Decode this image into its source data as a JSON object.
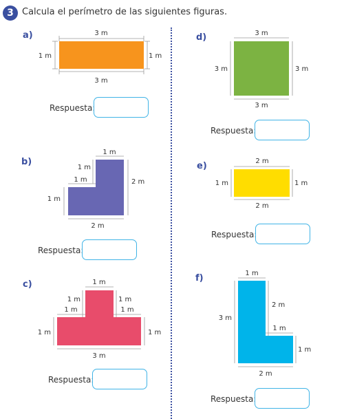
{
  "exercise": {
    "number": "3",
    "instruction": "Calcula el perímetro de las siguientes figuras."
  },
  "answer_label": "Respuesta:",
  "colors": {
    "accent": "#3a4fa0",
    "answer_border": "#3fb3e6",
    "orange": "#f7941d",
    "purple": "#6867b3",
    "pink": "#e84c6b",
    "green": "#7cb342",
    "yellow": "#ffdd00",
    "cyan": "#00b4ea",
    "dim_line": "#9a9a9a"
  },
  "problems": [
    {
      "label": "a)",
      "shape": "rectangle",
      "color_name": "orange",
      "measures": {
        "top": "3 m",
        "left": "1 m",
        "right": "1 m",
        "bottom": "3 m"
      }
    },
    {
      "label": "b)",
      "shape": "L-step",
      "color_name": "purple",
      "measures": {
        "top": "1 m",
        "inner_vertical": "1 m",
        "inner_horizontal": "1 m",
        "left": "1 m",
        "right": "2 m",
        "bottom": "2 m"
      }
    },
    {
      "label": "c)",
      "shape": "T",
      "color_name": "pink",
      "measures": {
        "top": "1 m",
        "left_upper_vertical": "1 m",
        "left_upper_horizontal": "1 m",
        "right_upper_vertical": "1 m",
        "right_upper_horizontal": "1 m",
        "left": "1 m",
        "right": "1 m",
        "bottom": "3 m"
      }
    },
    {
      "label": "d)",
      "shape": "square",
      "color_name": "green",
      "measures": {
        "top": "3 m",
        "left": "3 m",
        "right": "3 m",
        "bottom": "3 m"
      }
    },
    {
      "label": "e)",
      "shape": "rectangle",
      "color_name": "yellow",
      "measures": {
        "top": "2 m",
        "left": "1 m",
        "right": "1 m",
        "bottom": "2 m"
      }
    },
    {
      "label": "f)",
      "shape": "L",
      "color_name": "cyan",
      "measures": {
        "top": "1 m",
        "left": "3 m",
        "inner_vertical": "2 m",
        "inner_horizontal": "1 m",
        "right": "1 m",
        "bottom": "2 m"
      }
    }
  ]
}
